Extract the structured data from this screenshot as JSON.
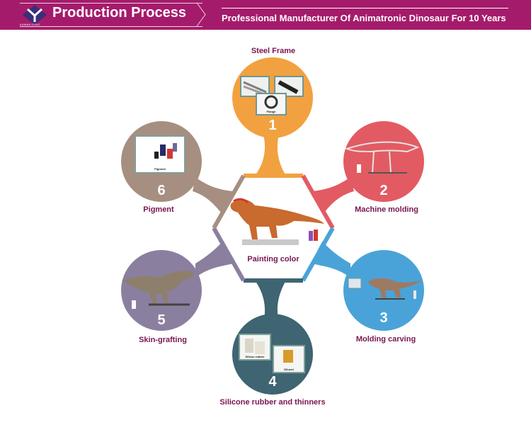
{
  "header": {
    "title": "Production Process",
    "tagline": "Professional Manufacturer Of Animatronic Dinosaur For 10 Years",
    "logo_text": "KAWAH DINO",
    "colors": {
      "background": "#a51b6b",
      "text": "#ffffff"
    }
  },
  "diagram": {
    "center": {
      "label": "Painting color",
      "icon": "dinosaur-model-photo"
    },
    "steps": [
      {
        "number": "1",
        "label": "Steel Frame",
        "color": "#f2a140",
        "icon": "steel-pipes-photo",
        "photo_caption": "Flange"
      },
      {
        "number": "2",
        "label": "Machine molding",
        "color": "#e25b63",
        "icon": "dinosaur-skeleton-photo"
      },
      {
        "number": "3",
        "label": "Molding carving",
        "color": "#4aa3d8",
        "icon": "carved-dinosaur-photo"
      },
      {
        "number": "4",
        "label": "Silicone rubber and thinners",
        "color": "#3f6472",
        "icon": "silicone-cans-photo",
        "photo_captions": [
          "Silicon rubber",
          "Diluent"
        ]
      },
      {
        "number": "5",
        "label": "Skin-grafting",
        "color": "#8b7f9f",
        "icon": "skinned-dinosaur-photo"
      },
      {
        "number": "6",
        "label": "Pigment",
        "color": "#a68f80",
        "icon": "pigment-bottles-photo",
        "photo_caption": "Pigment"
      }
    ]
  }
}
